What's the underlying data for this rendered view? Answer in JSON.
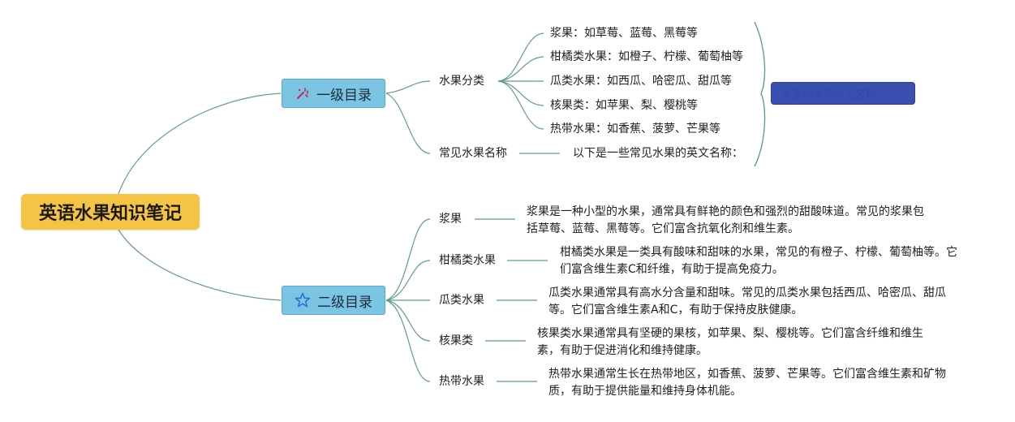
{
  "root": {
    "title": "英语水果知识笔记"
  },
  "level1": [
    {
      "label": "一级目录",
      "icon": "magic-wand-icon"
    },
    {
      "label": "二级目录",
      "icon": "star-outline-icon"
    }
  ],
  "branch1": {
    "category": {
      "label": "水果分类",
      "items": [
        "浆果：如草莓、蓝莓、黑莓等",
        "柑橘类水果：如橙子、柠檬、葡萄柚等",
        "瓜类水果：如西瓜、哈密瓜、甜瓜等",
        "核果类：如苹果、梨、樱桃等",
        "热带水果：如香蕉、菠萝、芒果等"
      ]
    },
    "names": {
      "label": "常见水果名称",
      "detail": "以下是一些常见水果的英文名称："
    },
    "summary_label": "水果种类和常见名称"
  },
  "branch2": {
    "items": [
      {
        "label": "浆果",
        "detail": "浆果是一种小型的水果，通常具有鲜艳的颜色和强烈的甜酸味道。常见的浆果包括草莓、蓝莓、黑莓等。它们富含抗氧化剂和维生素。"
      },
      {
        "label": "柑橘类水果",
        "detail": "柑橘类水果是一类具有酸味和甜味的水果，常见的有橙子、柠檬、葡萄柚等。它们富含维生素C和纤维，有助于提高免疫力。"
      },
      {
        "label": "瓜类水果",
        "detail": "瓜类水果通常具有高水分含量和甜味。常见的瓜类水果包括西瓜、哈密瓜、甜瓜等。它们富含维生素A和C，有助于保持皮肤健康。"
      },
      {
        "label": "核果类",
        "detail": "核果类水果通常具有坚硬的果核，如苹果、梨、樱桃等。它们富含纤维和维生素，有助于促进消化和维持健康。"
      },
      {
        "label": "热带水果",
        "detail": "热带水果通常生长在热带地区，如香蕉、菠萝、芒果等。它们富含维生素和矿物质，有助于提供能量和维持身体机能。"
      }
    ]
  },
  "colors": {
    "root_fill": "#f5c444",
    "level1_fill": "#7cc4e4",
    "connector": "#5f9e8b",
    "summary_fill": "#3b4fb0"
  }
}
